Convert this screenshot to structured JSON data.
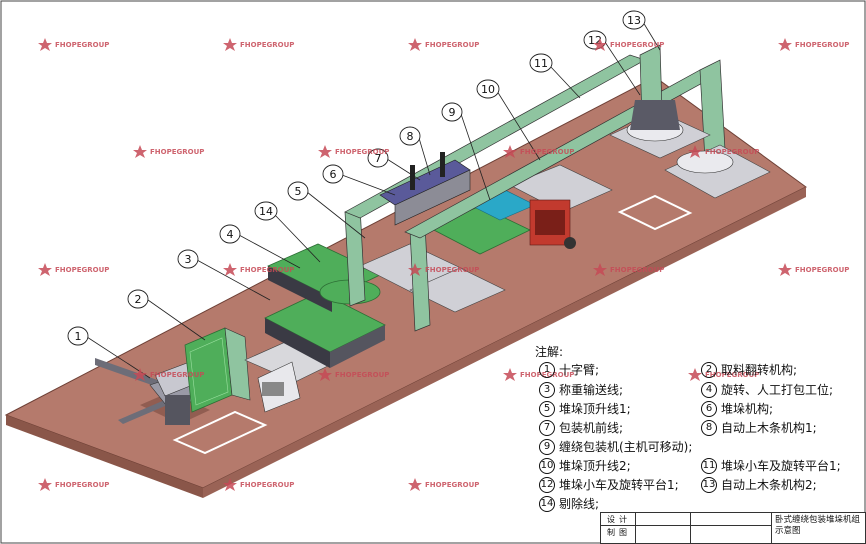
{
  "watermark": {
    "brand": "FHOPEGROUP"
  },
  "callouts": [
    "1",
    "2",
    "3",
    "4",
    "5",
    "6",
    "7",
    "8",
    "9",
    "10",
    "11",
    "12",
    "13",
    "14"
  ],
  "legend": {
    "title": "注解:",
    "items": [
      {
        "num": "1",
        "text": "十字臂;"
      },
      {
        "num": "2",
        "text": "取料翻转机构;"
      },
      {
        "num": "3",
        "text": "称重输送线;"
      },
      {
        "num": "4",
        "text": "旋转、人工打包工位;"
      },
      {
        "num": "5",
        "text": "堆垛顶升线1;"
      },
      {
        "num": "6",
        "text": "堆垛机构;"
      },
      {
        "num": "7",
        "text": "包装机前线;"
      },
      {
        "num": "8",
        "text": "自动上木条机构1;"
      },
      {
        "num": "9",
        "text": "缠绕包装机(主机可移动);"
      },
      {
        "num": "10",
        "text": "堆垛顶升线2;"
      },
      {
        "num": "11",
        "text": "堆垛小车及旋转平台1;"
      },
      {
        "num": "12",
        "text": "堆垛小车及旋转平台1;"
      },
      {
        "num": "13",
        "text": "自动上木条机构2;"
      },
      {
        "num": "14",
        "text": "剔除线;"
      }
    ]
  },
  "title_block": {
    "row1_label": "设计",
    "row2_label": "制图",
    "title": "卧式缠绕包装堆垛机组示意图"
  },
  "colors": {
    "floor": "#b57a6c",
    "floor_side": "#8a5649",
    "frame": "#8fc4a0",
    "conveyor_green": "#4fae5a",
    "steel": "#8c8c96",
    "cyan": "#2aa8c8",
    "red_unit": "#c23a2e",
    "watermark": "#c64a56"
  }
}
